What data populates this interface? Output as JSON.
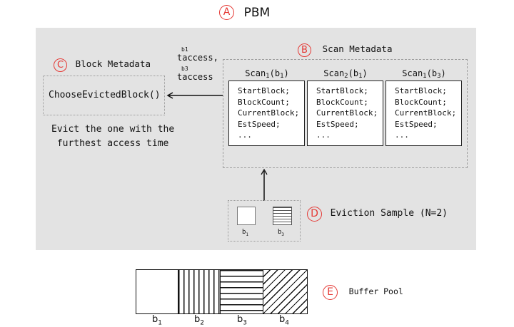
{
  "title": {
    "marker": "A",
    "text": "PBM"
  },
  "block_metadata": {
    "marker": "C",
    "label": "Block Metadata",
    "function": "ChooseEvictedBlock()",
    "note_line1": "Evict the one with the",
    "note_line2": "furthest access time"
  },
  "access_labels": [
    {
      "sup": "b1",
      "base": "t",
      "sub": "access",
      "suffix": ","
    },
    {
      "sup": "b3",
      "base": "t",
      "sub": "access",
      "suffix": ""
    }
  ],
  "scan_metadata": {
    "marker": "B",
    "label": "Scan Metadata",
    "scans": [
      {
        "name": "Scan",
        "scan_sub": "1",
        "block": "b",
        "block_sub": "1"
      },
      {
        "name": "Scan",
        "scan_sub": "2",
        "block": "b",
        "block_sub": "1"
      },
      {
        "name": "Scan",
        "scan_sub": "1",
        "block": "b",
        "block_sub": "3"
      }
    ],
    "fields": [
      "StartBlock;",
      "BlockCount;",
      "CurrentBlock;",
      "EstSpeed;",
      "..."
    ]
  },
  "eviction_sample": {
    "marker": "D",
    "label": "Eviction Sample (N=2)",
    "items": [
      {
        "label": "b",
        "sub": "1",
        "pattern": "empty"
      },
      {
        "label": "b",
        "sub": "3",
        "pattern": "horizontal"
      }
    ]
  },
  "buffer_pool": {
    "marker": "E",
    "label": "Buffer Pool",
    "blocks": [
      {
        "label": "b",
        "sub": "1",
        "pattern": "empty"
      },
      {
        "label": "b",
        "sub": "2",
        "pattern": "vertical"
      },
      {
        "label": "b",
        "sub": "3",
        "pattern": "horizontal"
      },
      {
        "label": "b",
        "sub": "4",
        "pattern": "diagonal"
      }
    ]
  },
  "colors": {
    "accent": "#e53935",
    "panel": "#e3e3e3"
  }
}
